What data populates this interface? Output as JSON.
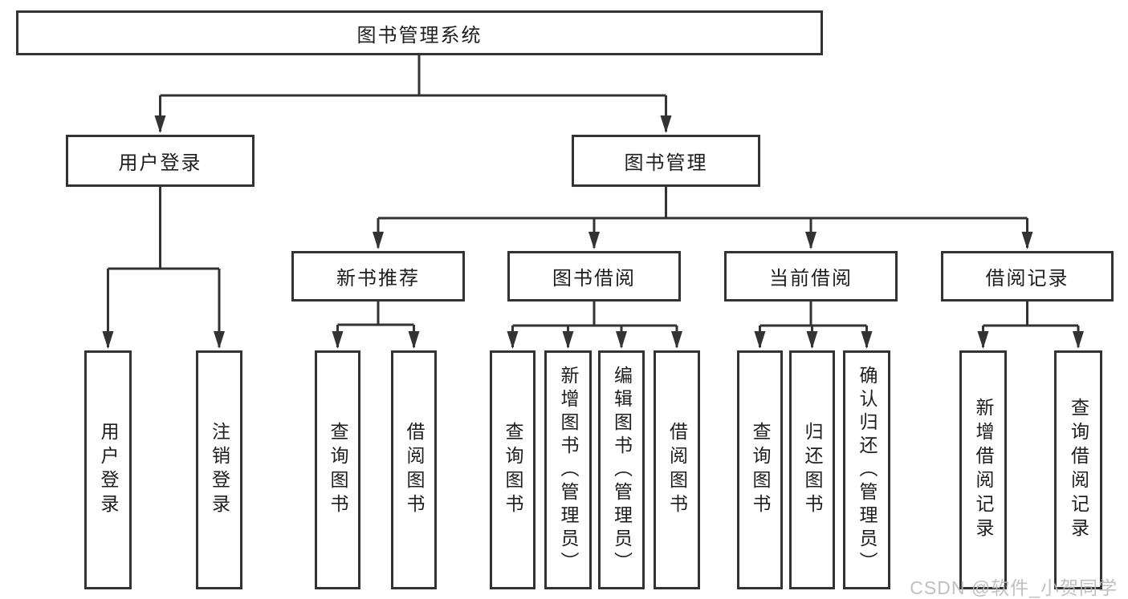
{
  "diagram": {
    "type": "hierarchy",
    "tree": {
      "root": "图书管理系统",
      "children": [
        {
          "label": "用户登录",
          "children": [
            "用户登录",
            "注销登录"
          ]
        },
        {
          "label": "图书管理",
          "children": [
            {
              "label": "新书推荐",
              "children": [
                "查询图书",
                "借阅图书"
              ]
            },
            {
              "label": "图书借阅",
              "children": [
                "查询图书",
                "新增图书（管理员）",
                "编辑图书（管理员）",
                "借阅图书"
              ]
            },
            {
              "label": "当前借阅",
              "children": [
                "查询图书",
                "归还图书",
                "确认归还（管理员）"
              ]
            },
            {
              "label": "借阅记录",
              "children": [
                "新增借阅记录",
                "查询借阅记录"
              ]
            }
          ]
        }
      ]
    },
    "colors": {
      "border": "#333333",
      "line": "#333333",
      "text": "#1d1d1f",
      "background": "#ffffff",
      "watermark": "#b9b9b9"
    }
  },
  "watermark": {
    "text": "CSDN @软件_小贺同学"
  }
}
